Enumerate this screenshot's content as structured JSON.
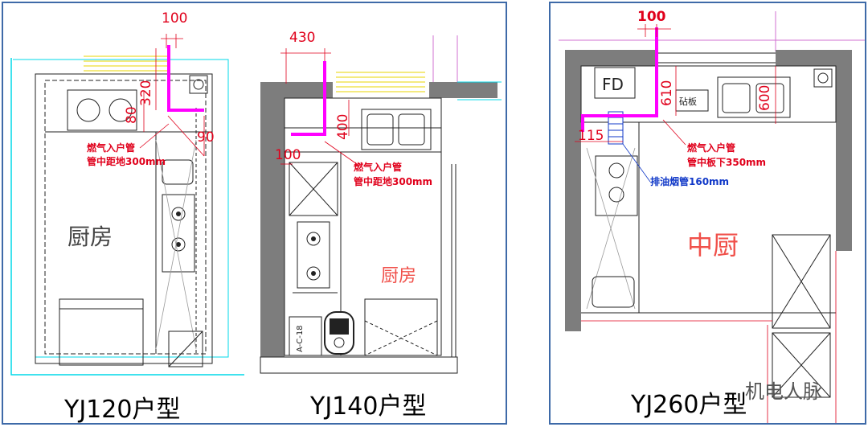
{
  "left_panel": {
    "plan_a": {
      "caption": "YJ120户型",
      "room_label": "厨房",
      "dims": [
        "100",
        "320",
        "80",
        "90"
      ],
      "note_line1": "燃气入户管",
      "note_line2": "管中距地300mm"
    },
    "plan_b": {
      "caption": "YJ140户型",
      "room_label": "厨房",
      "dims": [
        "430",
        "400",
        "100"
      ],
      "note_line1": "燃气入户管",
      "note_line2": "管中距地300mm",
      "appliance_label": "A-C-18"
    }
  },
  "right_panel": {
    "plan_c": {
      "caption": "YJ260户型",
      "room_label": "中厨",
      "fd_label": "FD",
      "board_label": "砧板",
      "dims": [
        "100",
        "610",
        "600",
        "115"
      ],
      "note_line1": "燃气入户管",
      "note_line2": "管中板下350mm",
      "exhaust_label": "排油烟管160mm"
    }
  },
  "watermark": "机电人脉",
  "colors": {
    "frame": "#3e6aa8",
    "pipe": "#ff00ff",
    "dimension": "#e0001b",
    "cyan_line": "#00d8e8",
    "wall": "#808080",
    "exhaust_note": "#1038c8"
  }
}
